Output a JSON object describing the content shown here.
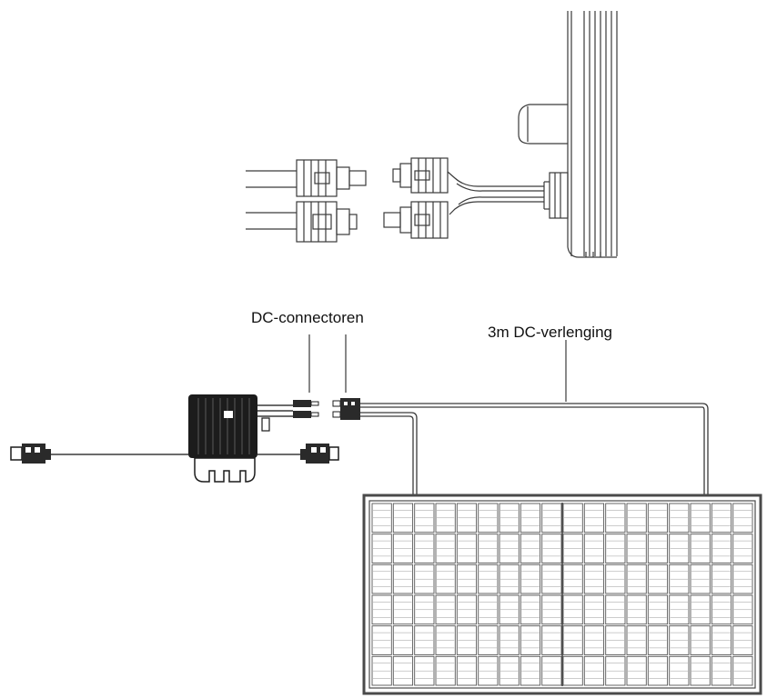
{
  "labels": {
    "dc_connectors": "DC-connectoren",
    "dc_extension": "3m DC-verlenging"
  },
  "colors": {
    "line": "#3a3a3a",
    "inverter_body": "#1c1c1c",
    "panel_frame": "#4a4a4a",
    "background": "#ffffff"
  },
  "panel_grid": {
    "columns": 18,
    "rows": 6
  }
}
